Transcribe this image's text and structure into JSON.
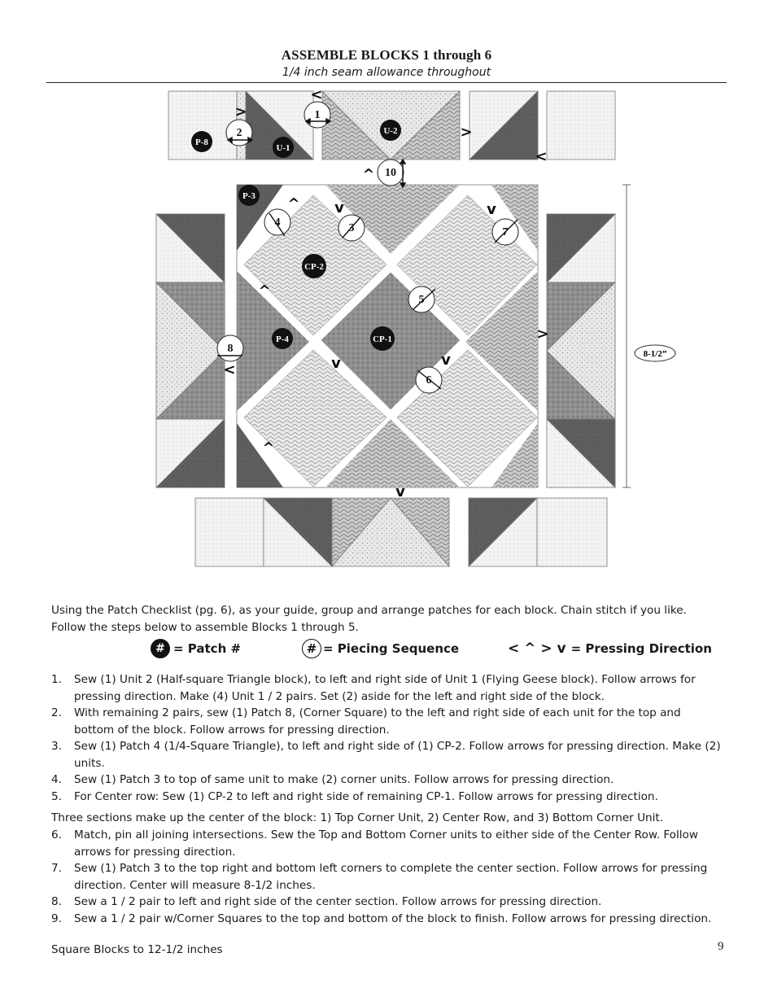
{
  "header": {
    "title": "ASSEMBLE BLOCKS 1 through 6",
    "subtitle": "1/4 inch seam allowance throughout"
  },
  "diagram": {
    "patch_labels": [
      "P-8",
      "U-1",
      "U-2",
      "P-3",
      "CP-2",
      "P-4",
      "CP-1"
    ],
    "sequence_numbers": [
      "1",
      "2",
      "3",
      "4",
      "5",
      "6",
      "7",
      "8",
      "10"
    ],
    "dimension": "8-1/2”",
    "arrows": [
      "<",
      ">",
      ">",
      "<",
      "^",
      "^",
      "v",
      "v",
      "^",
      "v",
      "v",
      "<",
      ">",
      "^",
      "v"
    ]
  },
  "intro": {
    "line1": "Using the Patch Checklist (pg. 6), as your guide, group and arrange patches for each block.  Chain stitch if you like.",
    "line2": "Follow the steps below to assemble Blocks 1 through 5."
  },
  "legend": {
    "patch_symbol": "#",
    "patch_text": "= Patch #",
    "sequence_symbol": "#",
    "sequence_text": "= Piecing Sequence",
    "arrow_glyphs": "<  ^  >  v",
    "pressing_text": "= Pressing Direction"
  },
  "steps_a": [
    {
      "num": "1.",
      "text": "Sew (1) Unit 2 (Half-square Triangle block), to left and right side of Unit 1 (Flying Geese block).  Follow arrows for pressing direction.  Make (4) Unit 1 / 2 pairs.  Set (2) aside for the left and right side of the block."
    },
    {
      "num": "2.",
      "text": "With remaining 2 pairs, sew (1) Patch 8, (Corner Square) to the left and right side of each unit for the top and bottom of the block.  Follow arrows for pressing direction."
    },
    {
      "num": "3.",
      "text": "Sew (1) Patch 4 (1/4-Square Triangle), to left and right side of (1) CP-2. Follow arrows for pressing direction.  Make (2) units."
    },
    {
      "num": "4.",
      "text": "Sew (1) Patch 3 to top of same unit to make (2) corner units.  Follow arrows for pressing direction."
    },
    {
      "num": "5.",
      "text": "For Center row: Sew (1) CP-2 to left and right side of remaining CP-1.  Follow arrows for pressing direction."
    }
  ],
  "mid_text": "Three sections make up the center of the block:  1) Top Corner Unit, 2) Center Row, and 3) Bottom Corner Unit.",
  "steps_b": [
    {
      "num": "6.",
      "text": "Match, pin all joining intersections.  Sew the Top and Bottom Corner units to either side of the Center Row.  Follow arrows for pressing direction."
    },
    {
      "num": "7.",
      "text": "Sew (1) Patch 3 to the top right and bottom left corners to complete the center section.  Follow arrows for pressing direction. Center will measure 8-1/2 inches."
    },
    {
      "num": "8.",
      "text": "Sew a 1 / 2 pair to left and right side of the center section.  Follow arrows for pressing direction."
    },
    {
      "num": "9.",
      "text": "Sew a 1 / 2 pair w/Corner Squares to the top and bottom of the block to finish.  Follow arrows for pressing direction."
    }
  ],
  "footer": "Square Blocks to 12-1/2 inches",
  "page_number": "9"
}
